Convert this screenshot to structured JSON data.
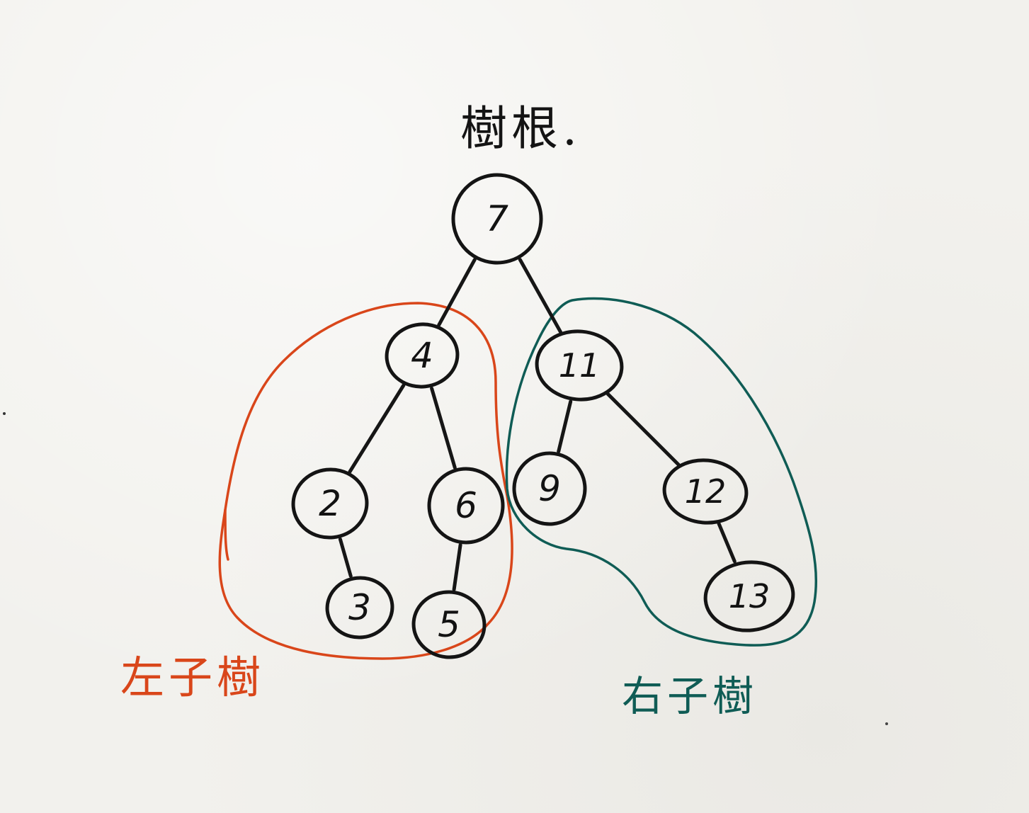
{
  "title": "樹根.",
  "left_subtree_label": "左子樹",
  "right_subtree_label": "右子樹",
  "colors": {
    "ink": "#141414",
    "left_subtree": "#d9461a",
    "right_subtree": "#0f5c55"
  },
  "tree": {
    "root": "7",
    "nodes": [
      {
        "id": "n7",
        "label": "7",
        "children": [
          "n4",
          "n11"
        ]
      },
      {
        "id": "n4",
        "label": "4",
        "children": [
          "n2",
          "n6"
        ]
      },
      {
        "id": "n11",
        "label": "11",
        "children": [
          "n9",
          "n12"
        ]
      },
      {
        "id": "n2",
        "label": "2",
        "children": [
          "n3"
        ]
      },
      {
        "id": "n6",
        "label": "6",
        "children": [
          "n5"
        ]
      },
      {
        "id": "n9",
        "label": "9",
        "children": []
      },
      {
        "id": "n12",
        "label": "12",
        "children": [
          "n13"
        ]
      },
      {
        "id": "n3",
        "label": "3",
        "children": []
      },
      {
        "id": "n5",
        "label": "5",
        "children": []
      },
      {
        "id": "n13",
        "label": "13",
        "children": []
      }
    ],
    "left_subtree_nodes": [
      "4",
      "2",
      "6",
      "3",
      "5"
    ],
    "right_subtree_nodes": [
      "11",
      "9",
      "12",
      "13"
    ]
  }
}
